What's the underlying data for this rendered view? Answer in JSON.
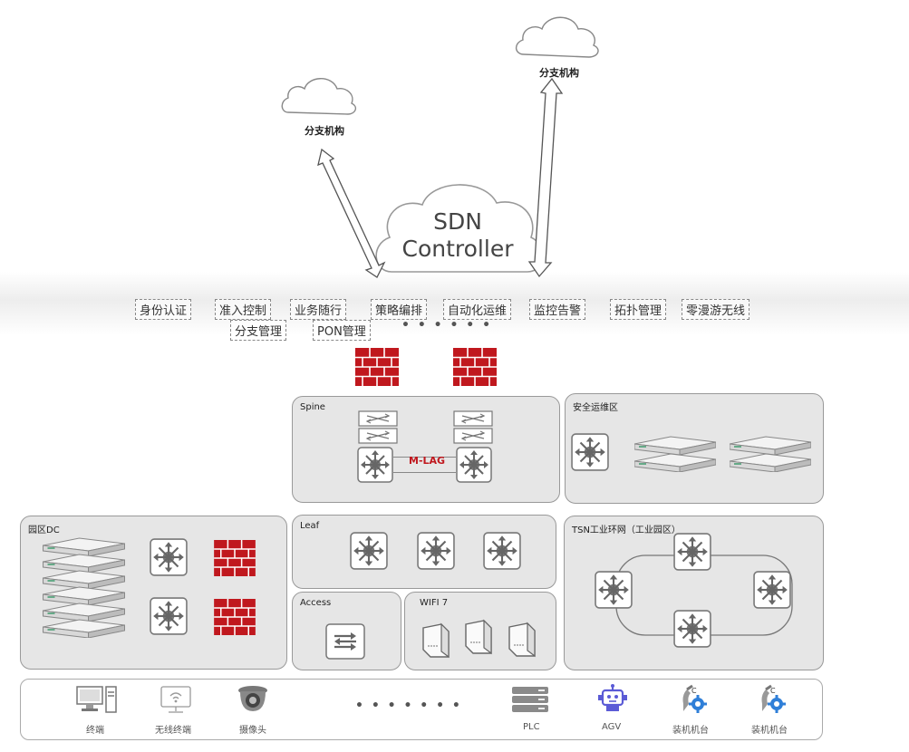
{
  "clouds": {
    "left_label": "分支机构",
    "right_label": "分支机构",
    "controller_line1": "SDN",
    "controller_line2": "Controller"
  },
  "controller_features": [
    "身份认证",
    "准入控制",
    "业务随行",
    "策略编排",
    "自动化运维",
    "监控告警",
    "拓扑管理",
    "零漫游无线",
    "分支管理",
    "PON管理"
  ],
  "controller_ellipsis": "• • • • • •",
  "panels": {
    "spine": "Spine",
    "mlag": "M-LAG",
    "security_ops": "安全运维区",
    "campus_dc": "园区DC",
    "leaf": "Leaf",
    "access": "Access",
    "wifi": "WIFI 7",
    "tsn": "TSN工业环网（工业园区）"
  },
  "endpoints": [
    "终端",
    "无线终端",
    "摄像头",
    "PLC",
    "AGV",
    "装机机台",
    "装机机台"
  ],
  "endpoints_ellipsis": "• • • • • • •",
  "colors": {
    "firewall": "#c0181e",
    "panel_bg": "#e6e6e6",
    "agv": "#5b5bd6",
    "gear": "#2f7fd8"
  }
}
